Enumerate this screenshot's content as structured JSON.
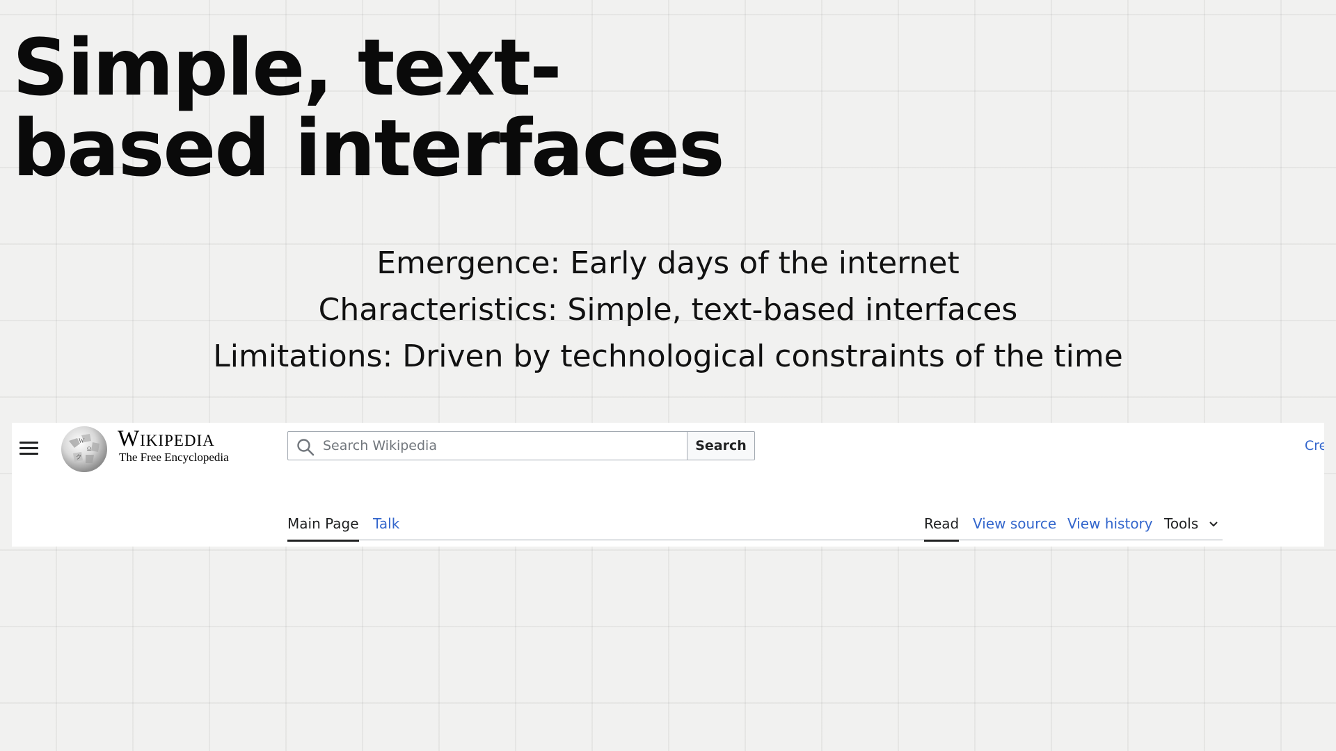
{
  "slide": {
    "title_line1": "Simple, text-",
    "title_line2": "based interfaces",
    "bullets": [
      "Emergence: Early days of the internet",
      "Characteristics: Simple, text-based interfaces",
      "Limitations: Driven by technological constraints of the time"
    ]
  },
  "wiki": {
    "menu_icon": "hamburger-menu-icon",
    "logo_icon": "wikipedia-globe-icon",
    "wordmark": "Wikipedia",
    "tagline": "The Free Encyclopedia",
    "search": {
      "placeholder": "Search Wikipedia",
      "value": "",
      "button_label": "Search",
      "icon": "search-icon"
    },
    "create_account_label": "Cre",
    "tabs_left": [
      {
        "label": "Main Page",
        "selected": true
      },
      {
        "label": "Talk",
        "selected": false
      }
    ],
    "tabs_right": [
      {
        "label": "Read",
        "selected": true
      },
      {
        "label": "View source",
        "selected": false
      },
      {
        "label": "View history",
        "selected": false
      },
      {
        "label": "Tools",
        "selected": false
      }
    ],
    "colors": {
      "link": "#3366cc",
      "text": "#202122",
      "border": "#a2a9b1"
    }
  }
}
